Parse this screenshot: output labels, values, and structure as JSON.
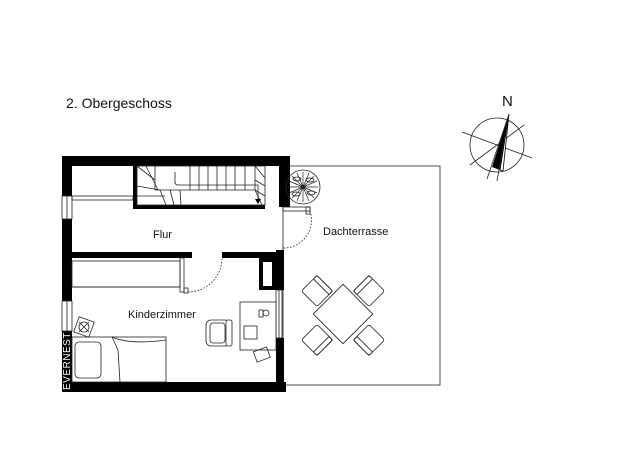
{
  "title": "2. Obergeschoss",
  "compass": {
    "north_label": "N",
    "icon": "compass-rose-icon"
  },
  "rooms": {
    "flur": "Flur",
    "kinderzimmer": "Kinderzimmer",
    "dachterrasse": "Dachterrasse"
  },
  "watermark": "EVERNEST",
  "colors": {
    "wall": "#000000",
    "line": "#222222",
    "background": "#ffffff"
  }
}
